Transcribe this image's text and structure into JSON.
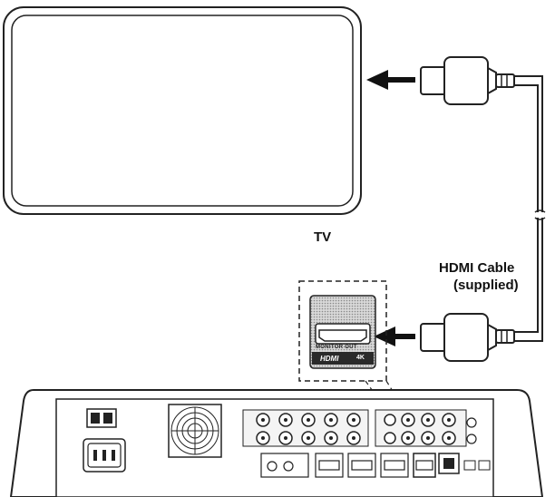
{
  "labels": {
    "tv": "TV",
    "cable_line1": "HDMI Cable",
    "cable_line2": "(supplied)"
  },
  "port": {
    "name": "MONITOR OUT",
    "type": "HDMI",
    "badge": "4K"
  },
  "icons": {
    "arrow_top": "arrow-left-icon",
    "arrow_bottom": "arrow-left-icon",
    "connector_top": "hdmi-plug-icon",
    "connector_bottom": "hdmi-plug-icon"
  },
  "colors": {
    "line": "#222222",
    "port_bg": "#3a3a3a",
    "port_pattern": "#bdbdbd"
  }
}
